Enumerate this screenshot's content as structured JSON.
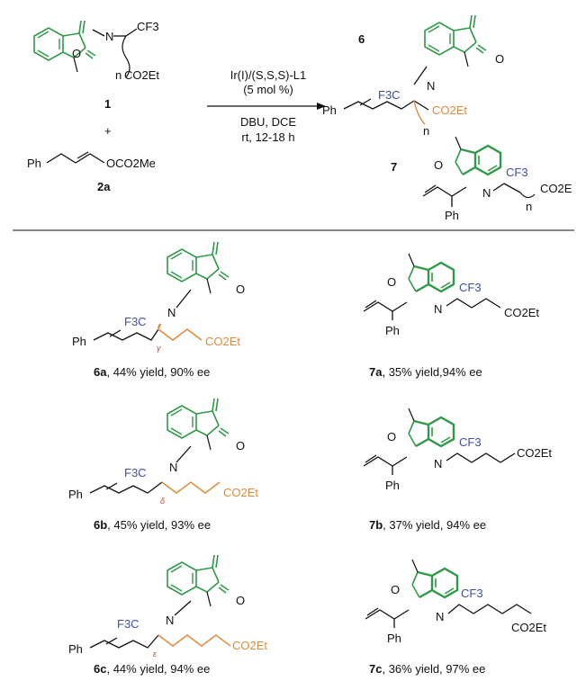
{
  "colors": {
    "isatin_green": "#2e9a47",
    "chain_orange": "#e08a3c",
    "cf3_blue": "#3a4fa8",
    "stereo_red": "#c2452f",
    "ink": "#111111"
  },
  "reactants": {
    "imine": {
      "number": "1",
      "N": "N",
      "O": "O",
      "cf3": "CF3",
      "ester": "CO2Et",
      "n": "n"
    },
    "plus": "+",
    "carbonate": {
      "number": "2a",
      "ph": "Ph",
      "group": "OCO2Me"
    }
  },
  "conditions": {
    "catalyst": "Ir(I)/(S,S,S)-L1",
    "loading": "(5 mol %)",
    "reagents": "DBU, DCE",
    "temp_time": "rt, 12-18 h"
  },
  "products_general": {
    "p6": {
      "number": "6",
      "ph": "Ph",
      "cf3": "F3C",
      "ester": "CO2Et",
      "n": "n"
    },
    "p7": {
      "number": "7",
      "ph": "Ph",
      "cf3": "CF3",
      "ester": "CO2E",
      "n": "n"
    }
  },
  "results": [
    {
      "id": "6a",
      "text": ", 44% yield, 90% ee",
      "locant": "γ"
    },
    {
      "id": "7a",
      "text": ", 35% yield,94% ee"
    },
    {
      "id": "6b",
      "text": ", 45% yield, 93% ee",
      "locant": "δ"
    },
    {
      "id": "7b",
      "text": ", 37% yield, 94% ee"
    },
    {
      "id": "6c",
      "text": ", 44% yield, 94% ee",
      "locant": "ε"
    },
    {
      "id": "7c",
      "text": ", 36% yield, 97% ee"
    }
  ],
  "labels": {
    "N": "N",
    "O": "O",
    "Ph": "Ph",
    "CF3": "CF3",
    "F3C": "F3C",
    "CO2Et": "CO2Et"
  }
}
